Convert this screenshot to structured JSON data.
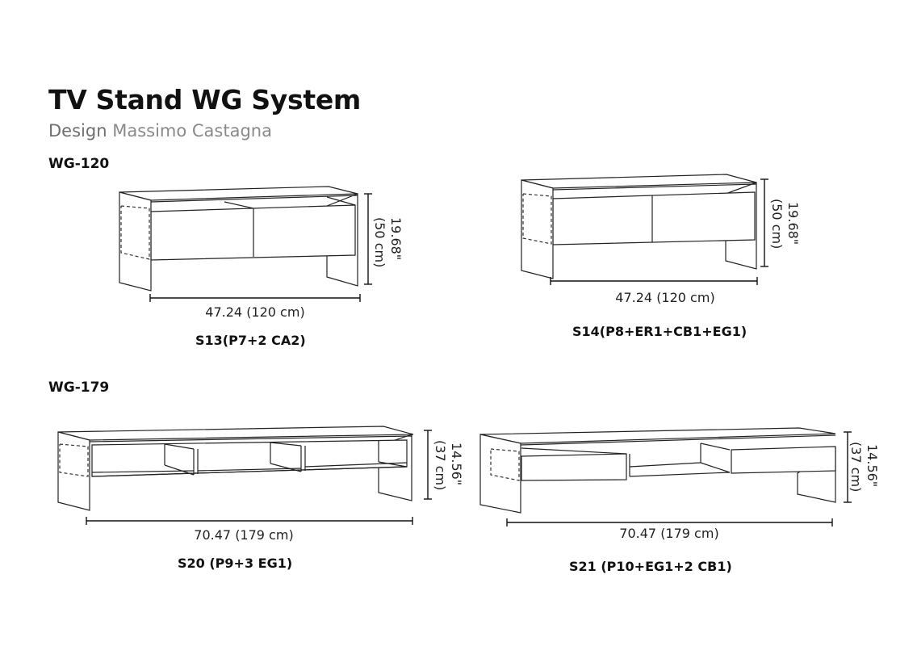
{
  "header": {
    "title": "TV Stand WG System",
    "subtitle_prefix": "Design",
    "designer": "Massimo Castagna"
  },
  "sections": [
    {
      "label": "WG-120",
      "items": [
        {
          "model": "S13(P7+2 CA2)",
          "width": "47.24 (120 cm)",
          "height_in": "19.68\"",
          "height_cm": "(50 cm)"
        },
        {
          "model": "S14(P8+ER1+CB1+EG1)",
          "width": "47.24 (120 cm)",
          "height_in": "19.68\"",
          "height_cm": "(50 cm)"
        }
      ]
    },
    {
      "label": "WG-179",
      "items": [
        {
          "model": "S20 (P9+3 EG1)",
          "width": "70.47 (179 cm)",
          "height_in": "14.56\"",
          "height_cm": "(37 cm)"
        },
        {
          "model": "S21 (P10+EG1+2 CB1)",
          "width": "70.47 (179 cm)",
          "height_in": "14.56\"",
          "height_cm": "(37 cm)"
        }
      ]
    }
  ]
}
